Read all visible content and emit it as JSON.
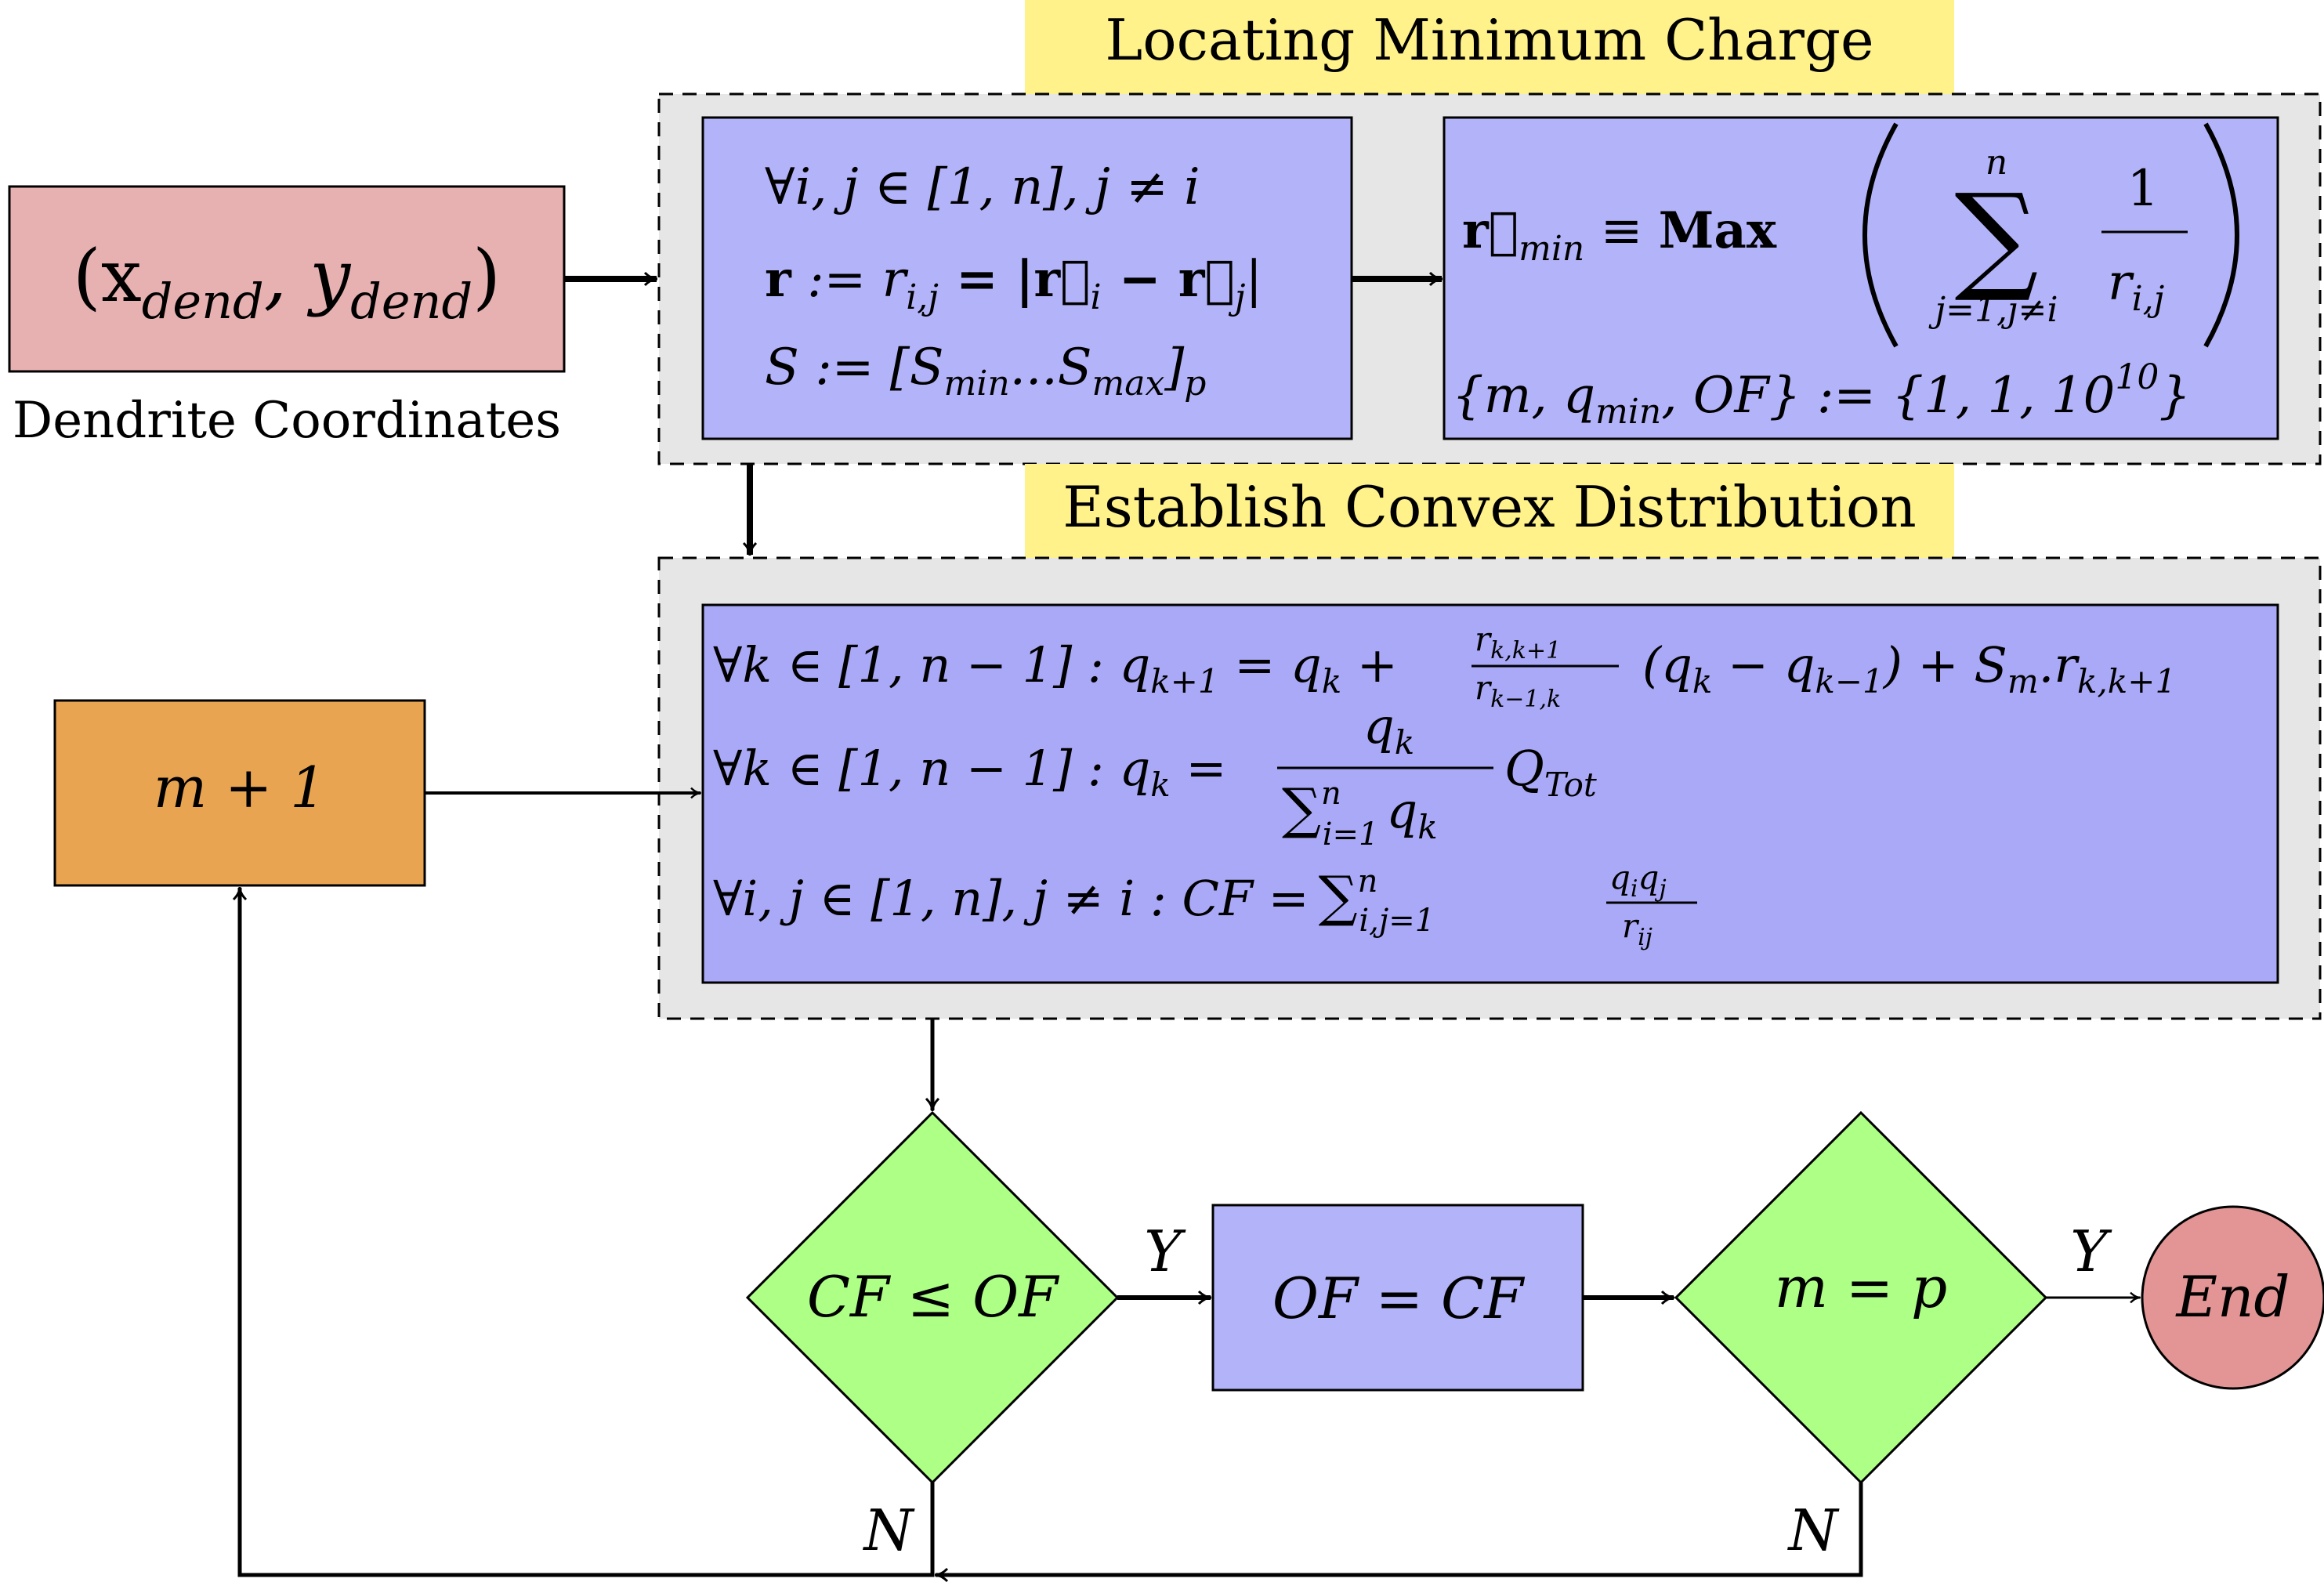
{
  "colors": {
    "input_fill": "#E8B1B1",
    "process_fill": "#B3B3F9",
    "process_fill_2": "#A9A9F7",
    "increment_fill": "#E9A451",
    "decision_fill": "#ADFF86",
    "end_fill": "#E39595",
    "group_fill": "#E6E6E6",
    "header_fill": "#FFF28A",
    "stroke": "#000000"
  },
  "input": {
    "coords": "(x_dend, y_dend)",
    "coords_base_x": "(x",
    "coords_sub_x": "dend",
    "coords_sep": ", y",
    "coords_sub_y": "dend",
    "coords_close": ")",
    "caption": "Dendrite Coordinates"
  },
  "group1": {
    "header": "Locating Minimum Charge",
    "box_a": {
      "line1": "∀i, j ∈ [1, n], j ≠ i",
      "line2_r": "r",
      "line2_rest": " := r",
      "line2_sub": "i,j",
      "line2_abs": " = |r⃗",
      "line2_sub_i": "i",
      "line2_minus": " − r⃗",
      "line2_sub_j": "j",
      "line2_end": "|",
      "line3_s": "S := [S",
      "line3_sub_min": "min",
      "line3_dots": "...S",
      "line3_sub_max": "max",
      "line3_close": "]",
      "line3_sub_p": "p"
    },
    "box_b": {
      "rmin": "r⃗",
      "rmin_sub": "min",
      "equiv": " ≡ ",
      "max_label": "Max",
      "sum_top": "n",
      "sum_sign": "∑",
      "sum_bottom": "j=1,j≠i",
      "frac_num": "1",
      "frac_den": "r",
      "frac_den_sub": "i,j",
      "init_left": "{m, q",
      "init_sub": "min",
      "init_mid": ", OF} := {1, 1, 10",
      "init_exp": "10",
      "init_close": "}"
    }
  },
  "group2": {
    "header": "Establish Convex Distribution",
    "line1": {
      "pre": "∀k ∈ [1, n − 1] : q",
      "sub1": "k+1",
      "eq": " = q",
      "sub2": "k",
      "plus": " +",
      "frac_num": "r",
      "frac_num_sub": "k,k+1",
      "frac_den": "r",
      "frac_den_sub": "k−1,k",
      "paren": "(q",
      "sub3": "k",
      "minus": " − q",
      "sub4": "k−1",
      "tail": ") + S",
      "sub5": "m",
      "dot": ".r",
      "sub6": "k,k+1"
    },
    "line2": {
      "pre": "∀k ∈ [1, n − 1] : q",
      "sub1": "k",
      "eq": " =",
      "frac_num": "q",
      "frac_num_sub": "k",
      "frac_den_sum": "∑",
      "frac_den_top": "n",
      "frac_den_bottom": "i=1",
      "frac_den_q": "q",
      "frac_den_sub": "k",
      "qtot": "Q",
      "qtot_sub": "Tot"
    },
    "line3": {
      "pre": "∀i, j ∈ [1, n], j ≠ i : CF =",
      "sum": "∑",
      "sum_top": "n",
      "sum_bottom": "i,j=1",
      "frac_num": "q",
      "frac_num_sub1": "i",
      "frac_num_q2": "q",
      "frac_num_sub2": "j",
      "frac_den": "r",
      "frac_den_sub": "ij"
    }
  },
  "increment": {
    "label": "m + 1"
  },
  "decision1": {
    "label": "CF ≤ OF",
    "yes": "Y",
    "no": "N"
  },
  "assign": {
    "label": "OF = CF"
  },
  "decision2": {
    "label": "m = p",
    "yes": "Y",
    "no": "N"
  },
  "end": {
    "label": "End"
  }
}
